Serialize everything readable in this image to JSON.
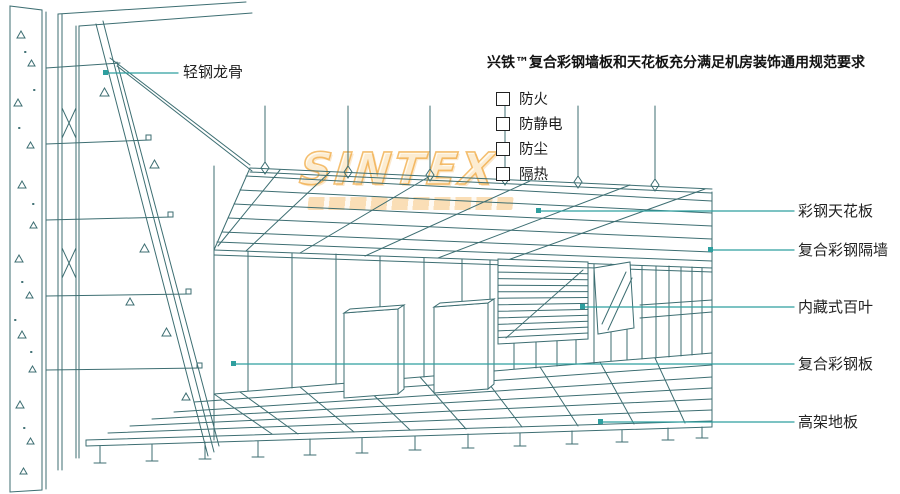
{
  "title": "兴铁™复合彩钢墙板和天花板充分满足机房装饰通用规范要求",
  "features": [
    "防火",
    "防静电",
    "防尘",
    "隔热"
  ],
  "annotations": {
    "keel": "轻钢龙骨",
    "ceiling": "彩钢天花板",
    "partition": "复合彩钢隔墙",
    "louver": "内藏式百叶",
    "panel": "复合彩钢板",
    "floor": "高架地板"
  },
  "watermark": {
    "text": "SINTEX"
  },
  "colors": {
    "line": "#3d6e72",
    "leader": "#2e9f9f",
    "text": "#1c1c1c",
    "watermark": "#f3a83e"
  }
}
